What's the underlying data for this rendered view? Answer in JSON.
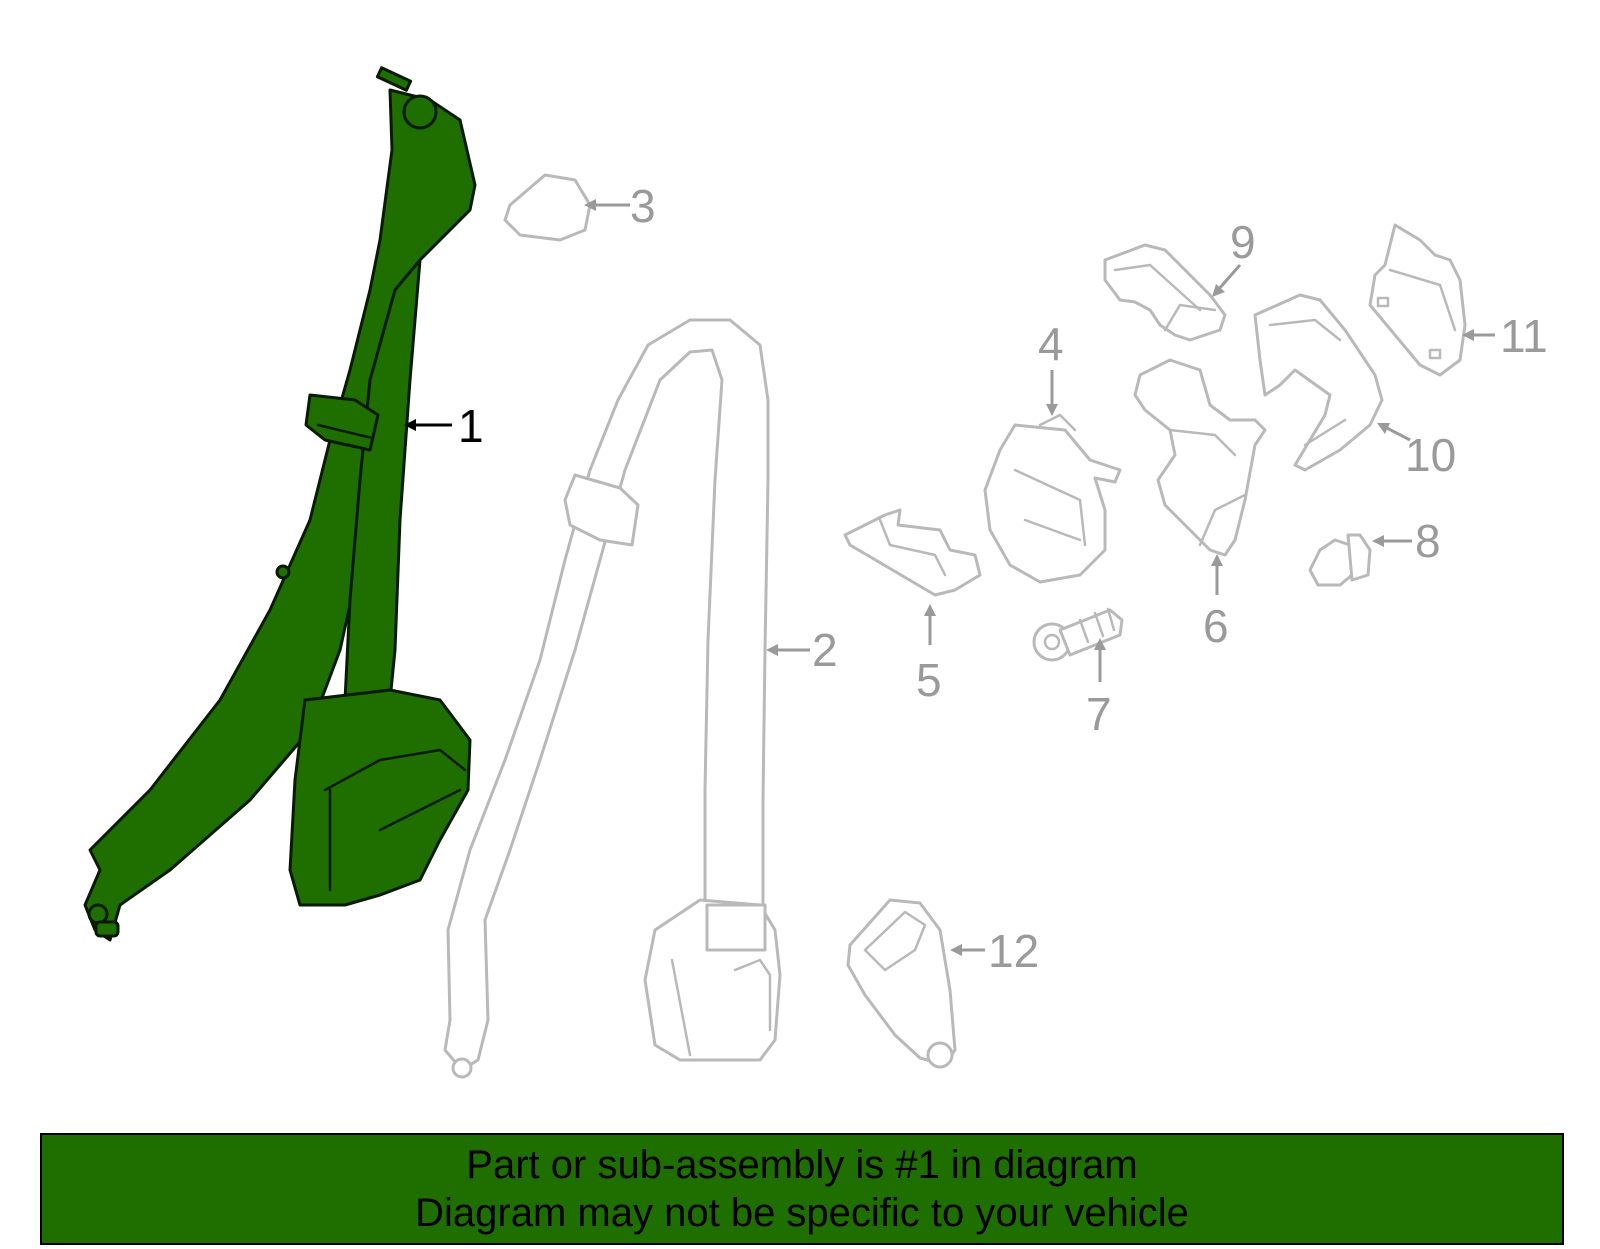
{
  "callouts": [
    "1",
    "2",
    "3",
    "4",
    "5",
    "6",
    "7",
    "8",
    "9",
    "10",
    "11",
    "12"
  ],
  "highlighted_part": "1",
  "colors": {
    "highlight": "#1f6e00",
    "inactive_line": "#b9b9b9",
    "inactive_text": "#9a9a9a"
  },
  "banner": {
    "line1": "Part or sub-assembly is #1 in diagram",
    "line2": "Diagram may not be specific to your vehicle"
  }
}
